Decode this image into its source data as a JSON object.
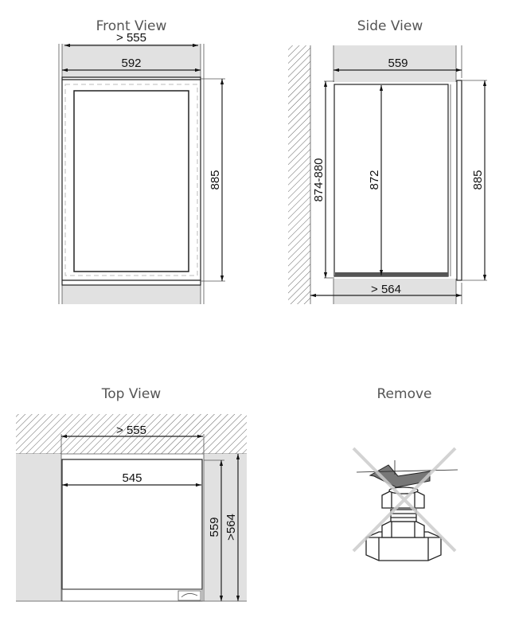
{
  "front_view": {
    "title": "Front View",
    "dim_min_width": "> 555",
    "dim_width": "592",
    "dim_height": "885"
  },
  "side_view": {
    "title": "Side View",
    "dim_depth": "559",
    "dim_niche_height": "874-880",
    "dim_inner_height": "872",
    "dim_height": "885",
    "dim_min_depth": "> 564"
  },
  "top_view": {
    "title": "Top View",
    "dim_min_width": "> 555",
    "dim_width": "545",
    "dim_depth": "559",
    "dim_min_depth": ">564"
  },
  "remove": {
    "title": "Remove"
  },
  "colors": {
    "cabinet_fill": "#e1e1e1",
    "line": "#222222",
    "cross": "#cccccc",
    "arrow": "#777777"
  }
}
